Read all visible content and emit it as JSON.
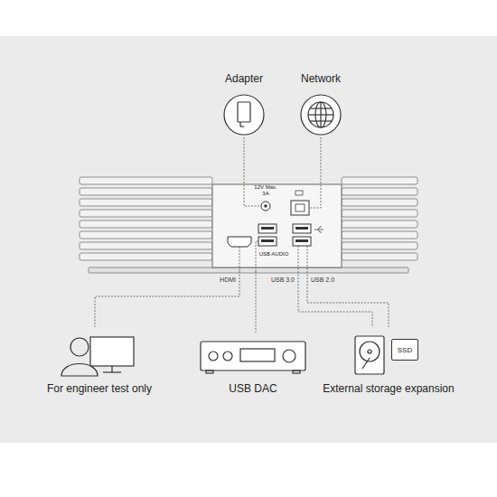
{
  "diagram": {
    "nodes": [
      {
        "text": [
          "Adapter"
        ]
      },
      {
        "text": [
          "Network"
        ]
      },
      {
        "text": [
          "12V Max. 3A",
          "USB AUDIO"
        ]
      },
      {
        "text": [
          "For engineer test only"
        ]
      },
      {
        "text": [
          "USB DAC"
        ]
      },
      {
        "text": [
          "External storage expansion"
        ]
      },
      {
        "text": [
          "SSD"
        ],
        "in": 5
      }
    ],
    "edges": [
      {
        "from": 0,
        "to": 2,
        "arrow": "none"
      },
      {
        "from": 1,
        "to": 2,
        "arrow": "none"
      },
      {
        "from": 2,
        "to": 3,
        "label": "HDMI",
        "arrow": "none"
      },
      {
        "from": 2,
        "to": 4,
        "arrow": "none"
      },
      {
        "from": 2,
        "to": 5,
        "label": "USB 3.0",
        "arrow": "none"
      },
      {
        "from": 2,
        "to": 5,
        "label": "USB 2.0",
        "arrow": "none"
      }
    ]
  }
}
